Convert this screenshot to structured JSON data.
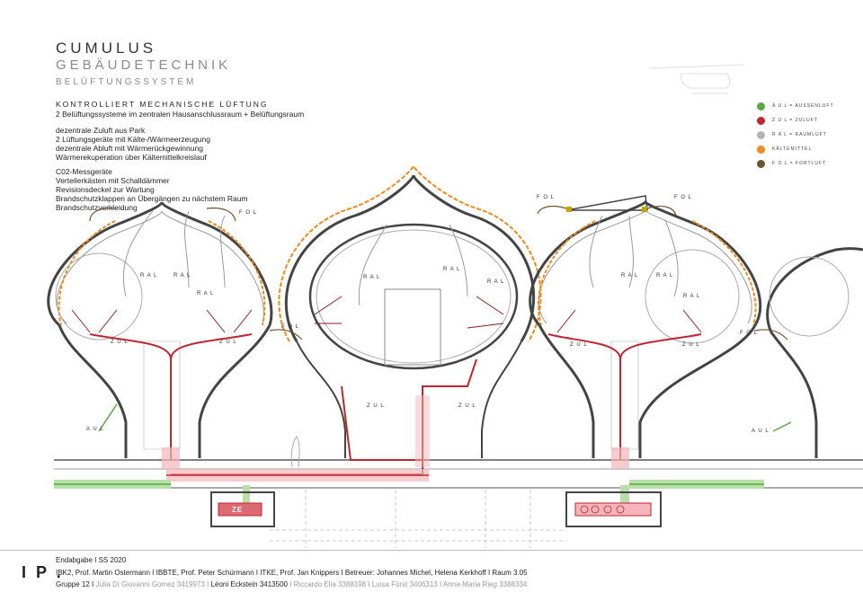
{
  "header": {
    "title": "CUMULUS",
    "subtitle": "GEBÄUDETECHNIK",
    "subsubtitle": "BELÜFTUNGSSYSTEM"
  },
  "intro": {
    "heading": "KONTROLLIERT MECHANISCHE LÜFTUNG",
    "line1": "2 Belüftungssysteme im zentralen Hausanschlussraum + Belüftungsraum",
    "group1": [
      "dezentrale Zuluft aus Park",
      "2 Lüftungsgeräte mit Kälte-/Wärmeerzeugung",
      "dezentrale Abluft mit Wärmerückgewinnung",
      "Wärmerekuperation über Kältemittelkreislauf"
    ],
    "group2": [
      "C02-Messgeräte",
      "Verteilerkästen mit Schalldämmer",
      "Revisionsdeckel zur Wartung",
      "Brandschutzklappen an Übergängen zu nächstem Raum",
      "Brandschutzverkleidung"
    ]
  },
  "legend": [
    {
      "label": "A U L  =  AUSSENLUFT",
      "color": "#5aa845"
    },
    {
      "label": "Z U L  =  ZULUFT",
      "color": "#c0262f"
    },
    {
      "label": "R A L  =  RAUMLUFT",
      "color": "#b5b5b5"
    },
    {
      "label": "KÄLTEMITTEL",
      "color": "#f08a1e"
    },
    {
      "label": "F O L  =  FORTLUFT",
      "color": "#6b5530"
    }
  ],
  "labels": {
    "fol": "F O L",
    "ral": "R A L",
    "zul": "Z U L",
    "aul": "A U L",
    "ze": "ZE"
  },
  "footer": {
    "logo": "I P .",
    "line1": "Endabgabe I SS 2020",
    "line2": "IBK2, Prof. Martin Ostermann  I  IBBTE, Prof. Peter Schürmann  I  ITKE, Prof. Jan Knippers  I  Betreuer: Johannes Michel, Helena Kerkhoff  I  Raum 3.05",
    "line3_a": "Gruppe 12  I ",
    "line3_b": " Julia Di Giovanni Gomez 3419973  I ",
    "line3_c": " Léoni Eckstein 3413500 ",
    "line3_d": " I  Riccardo Elia 3388198  I  Luisa Fürst 3406313  I  Anna-Maria Rieg  3388334"
  }
}
